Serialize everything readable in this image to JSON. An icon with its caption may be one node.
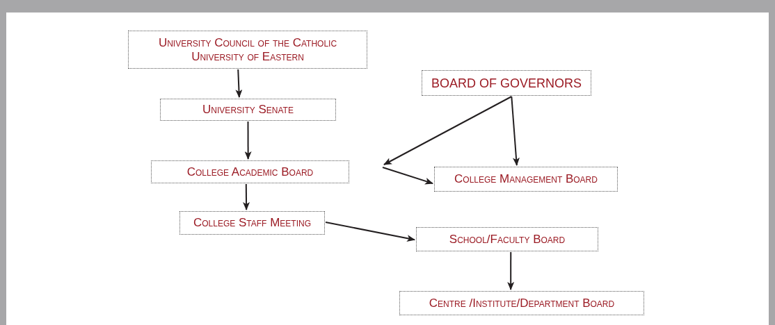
{
  "diagram": {
    "nodes": [
      {
        "text": [
          "University Council of the Catholic University of Eastern"
        ]
      },
      {
        "text": [
          "BOARD OF GOVERNORS"
        ]
      },
      {
        "text": [
          "University Senate"
        ]
      },
      {
        "text": [
          "College Academic Board"
        ]
      },
      {
        "text": [
          "College Management Board"
        ]
      },
      {
        "text": [
          "College Staff Meeting"
        ]
      },
      {
        "text": [
          "School/Faculty Board"
        ]
      },
      {
        "text": [
          "Centre /Institute/Department Board"
        ]
      }
    ],
    "edges": [
      {
        "from": 0,
        "to": 2,
        "arrow": "to"
      },
      {
        "from": 2,
        "to": 3,
        "arrow": "to"
      },
      {
        "from": 3,
        "to": 5,
        "arrow": "to"
      },
      {
        "from": 1,
        "to": null,
        "arrow": "to"
      },
      {
        "from": 1,
        "to": 4,
        "arrow": "to"
      },
      {
        "from": null,
        "to": 4,
        "arrow": "to"
      },
      {
        "from": 5,
        "to": 6,
        "arrow": "to"
      },
      {
        "from": 6,
        "to": 7,
        "arrow": "to"
      }
    ]
  }
}
